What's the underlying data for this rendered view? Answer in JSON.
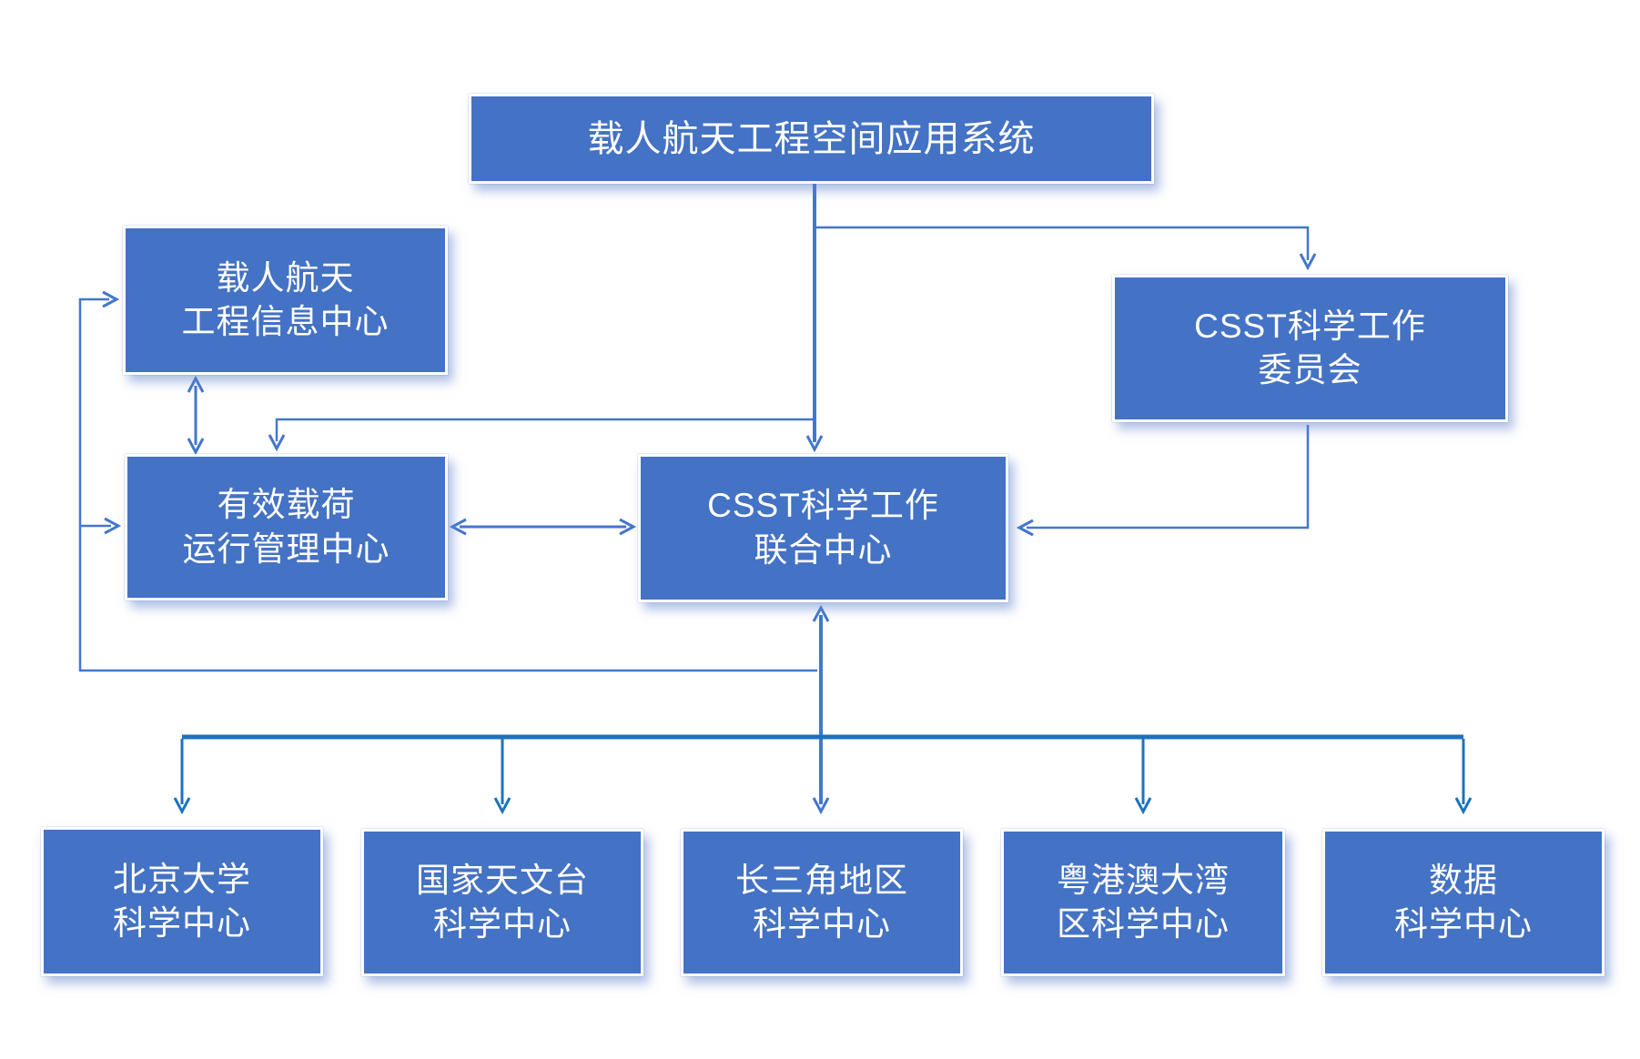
{
  "colors": {
    "box_fill": "#4472C4",
    "box_border": "#FCFDFF",
    "line": "#4377CD",
    "line_dark": "#1B73BE",
    "text": "#FFFFFF"
  },
  "nodes": {
    "root": {
      "label": "载人航天工程空间应用系统"
    },
    "info": {
      "line1": "载人航天",
      "line2": "工程信息中心"
    },
    "committee": {
      "line1": "CSST科学工作",
      "line2": "委员会"
    },
    "payload": {
      "line1": "有效载荷",
      "line2": "运行管理中心"
    },
    "joint": {
      "line1": "CSST科学工作",
      "line2": "联合中心"
    },
    "center_pku": {
      "line1": "北京大学",
      "line2": "科学中心"
    },
    "center_nao": {
      "line1": "国家天文台",
      "line2": "科学中心"
    },
    "center_yangtze": {
      "line1": "长三角地区",
      "line2": "科学中心"
    },
    "center_gba": {
      "line1": "粤港澳大湾",
      "line2": "区科学中心"
    },
    "center_data": {
      "line1": "数据",
      "line2": "科学中心"
    }
  }
}
